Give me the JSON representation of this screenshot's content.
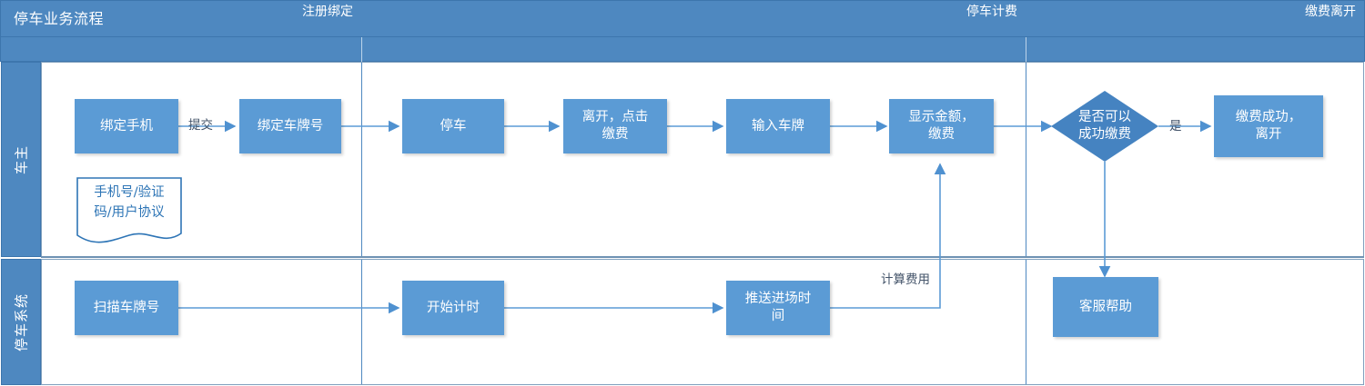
{
  "diagram": {
    "title": "停车业务流程",
    "colors": {
      "band": "#4E88C0",
      "node_fill": "#5B9BD5",
      "decision_fill": "#4583C1",
      "connector": "#5B9BD5",
      "doc_border": "#2E75B6",
      "label_text": "#44546A"
    }
  },
  "phases": [
    {
      "label": "注册绑定"
    },
    {
      "label": "停车计费"
    },
    {
      "label": "缴费离开"
    }
  ],
  "lanes": [
    {
      "label": "车主"
    },
    {
      "label": "停车系统"
    }
  ],
  "nodes": [
    {
      "id": "bind-phone",
      "label": "绑定手机",
      "shape": "process"
    },
    {
      "id": "bind-plate",
      "label": "绑定车牌号",
      "shape": "process"
    },
    {
      "id": "park",
      "label": "停车",
      "shape": "process"
    },
    {
      "id": "leave-pay",
      "label": "离开，点击\n缴费",
      "shape": "process"
    },
    {
      "id": "input-plate",
      "label": "输入车牌",
      "shape": "process"
    },
    {
      "id": "show-amount",
      "label": "显示金额，\n缴费",
      "shape": "process"
    },
    {
      "id": "pay-ok",
      "label": "是否可以\n成功缴费",
      "shape": "decision"
    },
    {
      "id": "pay-success",
      "label": "缴费成功，\n离开",
      "shape": "process"
    },
    {
      "id": "doc-register",
      "label": "手机号/验证\n码/用户协议",
      "shape": "document"
    },
    {
      "id": "scan-plate",
      "label": "扫描车牌号",
      "shape": "process"
    },
    {
      "id": "start-timer",
      "label": "开始计时",
      "shape": "process"
    },
    {
      "id": "push-entry",
      "label": "推送进场时\n间",
      "shape": "process"
    },
    {
      "id": "service-help",
      "label": "客服帮助",
      "shape": "process"
    }
  ],
  "edge_labels": [
    {
      "id": "submit",
      "label": "提交"
    },
    {
      "id": "yes",
      "label": "是"
    },
    {
      "id": "calc-fee",
      "label": "计算费用"
    }
  ]
}
